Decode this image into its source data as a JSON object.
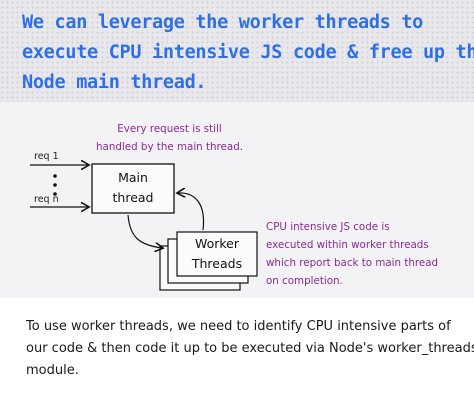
{
  "heading": {
    "line1": "We can leverage the worker threads to",
    "line2": "execute CPU intensive JS code & free up the",
    "line3": "Node main thread."
  },
  "diagram": {
    "note_top": {
      "line1": "Every request is still",
      "line2": "handled by the main thread."
    },
    "requests": {
      "first": "req 1",
      "last": "req n"
    },
    "main_box": {
      "line1": "Main",
      "line2": "thread"
    },
    "worker_box": {
      "line1": "Worker",
      "line2": "Threads"
    },
    "note_right": {
      "line1": "CPU intensive JS code is",
      "line2": "executed within worker threads",
      "line3": "which report back to main thread",
      "line4": "on completion."
    },
    "colors": {
      "heading": "#2f6fe6",
      "annotation": "#8a2b94"
    }
  },
  "footer": {
    "line1": "To use worker threads, we need to identify CPU intensive parts of",
    "line2": "our code & then code it up to be executed via Node's worker_threads",
    "line3": "module."
  }
}
